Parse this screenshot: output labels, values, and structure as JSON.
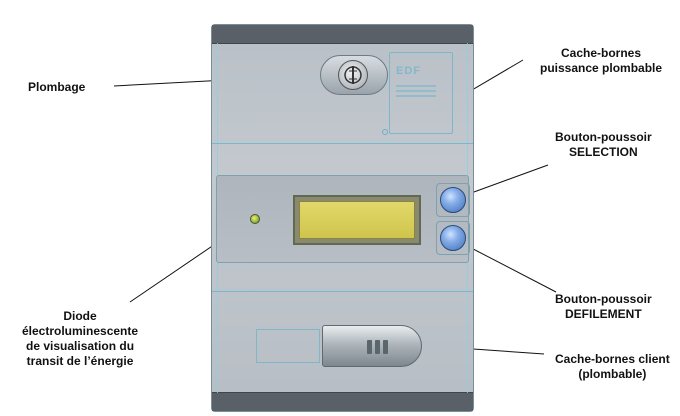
{
  "labels": {
    "plombage": "Plombage",
    "cache_bornes_puissance": "Cache-bornes\npuissance plombable",
    "bouton_selection": "Bouton-poussoir\nSELECTION",
    "diode": "Diode\nélectroluminescente\nde visualisation du\ntransit de l’énergie",
    "bouton_defilement": "Bouton-poussoir\nDEFILEMENT",
    "cache_bornes_client": "Cache-bornes client\n(plombable)"
  },
  "device": {
    "logo_text": "EDF",
    "lcd_color": "#d9cf5a",
    "button_color": "#5a8fd6",
    "led_color": "#c9d25a"
  }
}
